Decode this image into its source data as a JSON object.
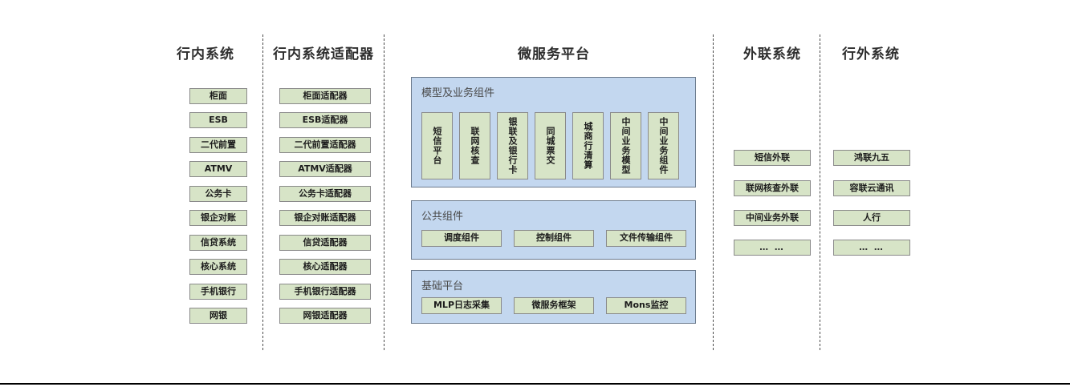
{
  "diagram": {
    "columns": [
      {
        "id": "in-bank-systems",
        "title": "行内系统",
        "nodes": [
          "柜面",
          "ESB",
          "二代前置",
          "ATMV",
          "公务卡",
          "银企对账",
          "信贷系统",
          "核心系统",
          "手机银行",
          "网银"
        ]
      },
      {
        "id": "in-bank-adapters",
        "title": "行内系统适配器",
        "nodes": [
          "柜面适配器",
          "ESB适配器",
          "二代前置适配器",
          "ATMV适配器",
          "公务卡适配器",
          "银企对账适配器",
          "信贷适配器",
          "核心适配器",
          "手机银行适配器",
          "网银适配器"
        ]
      },
      {
        "id": "external-link-systems",
        "title": "外联系统",
        "nodes": [
          "短信外联",
          "联网核查外联",
          "中间业务外联",
          "… …"
        ]
      },
      {
        "id": "off-bank-systems",
        "title": "行外系统",
        "nodes": [
          "鸿联九五",
          "容联云通讯",
          "人行",
          "… …"
        ]
      }
    ],
    "platform": {
      "title": "微服务平台",
      "panels": [
        {
          "id": "model-business-components",
          "label": "模型及业务组件",
          "orientation": "vertical",
          "nodes": [
            "短信平台",
            "联网核查",
            "银联及银行卡",
            "同城票交",
            "城商行清算",
            "中间业务模型",
            "中间业务组件"
          ]
        },
        {
          "id": "public-components",
          "label": "公共组件",
          "orientation": "horizontal",
          "nodes": [
            "调度组件",
            "控制组件",
            "文件传输组件"
          ]
        },
        {
          "id": "base-platform",
          "label": "基础平台",
          "orientation": "horizontal",
          "nodes": [
            "MLP日志采集",
            "微服务框架",
            "Mons监控"
          ]
        }
      ]
    },
    "colors": {
      "node_fill": "#d7e4c7",
      "node_border": "#8a8a8a",
      "panel_fill": "#c3d7ef",
      "panel_border": "#6b7a8c",
      "title_text": "#2e2e2e",
      "panel_label_text": "#4a4a4a",
      "divider": "#4a4a4a",
      "background": "#ffffff"
    }
  }
}
